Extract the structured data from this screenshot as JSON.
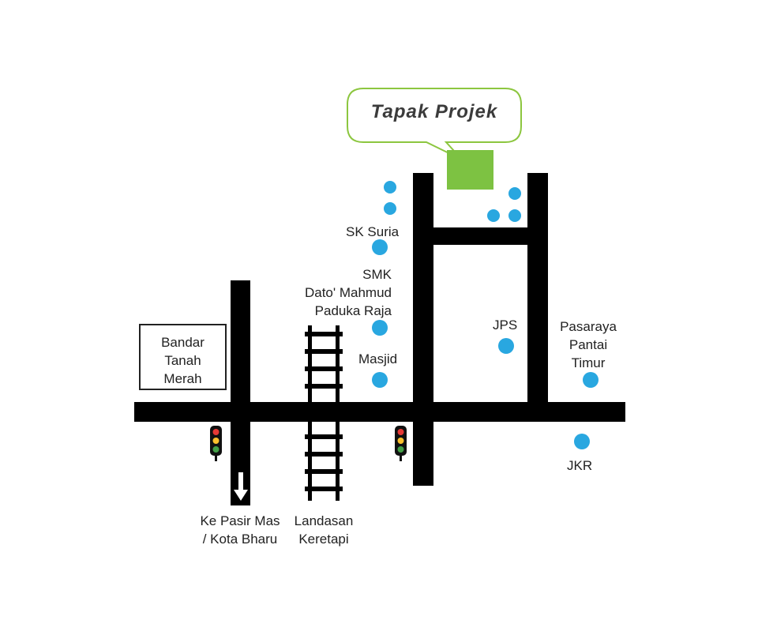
{
  "colors": {
    "road": "#000000",
    "poi_dot": "#29a7e0",
    "project_site": "#7dc242",
    "callout_border": "#8cc63f",
    "light_red": "#e53935",
    "light_yellow": "#fbc02d",
    "light_green": "#43a047"
  },
  "callout": {
    "label": "Tapak Projek"
  },
  "places": {
    "bandar": [
      "Bandar",
      "Tanah",
      "Merah"
    ],
    "sk_suria": "SK Suria",
    "smk": [
      "SMK",
      "Dato' Mahmud",
      "Paduka Raja"
    ],
    "masjid": "Masjid",
    "jps": "JPS",
    "pasaraya": [
      "Pasaraya",
      "Pantai",
      "Timur"
    ],
    "jkr": "JKR",
    "pasir_mas": [
      "Ke Pasir Mas",
      "/ Kota Bharu"
    ],
    "landasan": [
      "Landasan",
      "Keretapi"
    ]
  },
  "icons": {
    "traffic_light": "traffic-light-icon",
    "direction_arrow": "arrow-down-icon",
    "railway": "railway-track-icon",
    "poi": "poi-dot-icon"
  }
}
